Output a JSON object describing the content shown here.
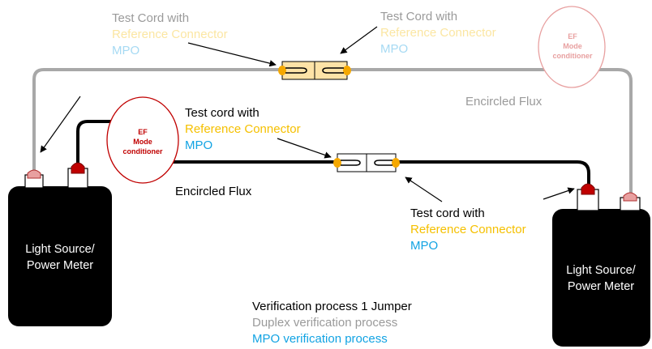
{
  "colors": {
    "black": "#000000",
    "gray": "#9a9a9a",
    "yellow": "#f5c000",
    "pale_yellow": "#fbe6a2",
    "blue": "#12a3e3",
    "pale_blue": "#a6daf3",
    "red": "#c00000",
    "pink": "#e89a9a",
    "connector_orange": "#f5a800",
    "connector_pale": "#fde3a7"
  },
  "top_left_cord": {
    "line1": "Test Cord with",
    "line2": "Reference Connector",
    "line3": "MPO"
  },
  "top_center_cord": {
    "line1": "Test Cord with",
    "line2": "Reference Connector",
    "line3": "MPO"
  },
  "top_mode_conditioner": {
    "line1": "EF",
    "line2": "Mode",
    "line3": "conditioner"
  },
  "top_flux_label": "Encircled Flux",
  "mid_mode_conditioner": {
    "line1": "EF",
    "line2": "Mode",
    "line3": "conditioner"
  },
  "mid_cord": {
    "line1": "Test cord with",
    "line2": "Reference Connector",
    "line3": "MPO"
  },
  "mid_flux_label": "Encircled Flux",
  "right_cord": {
    "line1": "Test cord with",
    "line2": "Reference Connector",
    "line3": "MPO"
  },
  "left_device": {
    "line1": "Light Source/",
    "line2": "Power Meter"
  },
  "right_device": {
    "line1": "Light Source/",
    "line2": "Power Meter"
  },
  "legend": {
    "line1": "Verification process 1 Jumper",
    "line2": "Duplex verification process",
    "line3": "MPO verification process"
  }
}
